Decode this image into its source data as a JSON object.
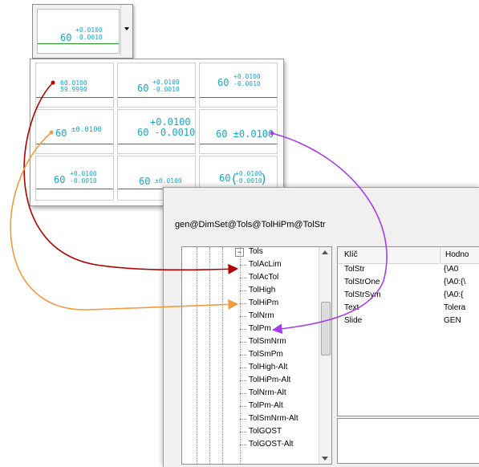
{
  "dropdown": {
    "base": "60",
    "upper": "+0.0100",
    "lower": "-0.0010"
  },
  "grid": {
    "r1c1": {
      "upper": "60.0100",
      "lower": "59.9990"
    },
    "r1c2": {
      "base": "60",
      "upper": "+0.0100",
      "lower": "-0.0010"
    },
    "r1c3": {
      "base": "60",
      "upper": "+0.0100",
      "lower": "-0.0010"
    },
    "r2c1": {
      "base": "60",
      "tol": "±0.0100"
    },
    "r2c2": {
      "upper": "+0.0100",
      "base_lower": "60 -0.0010"
    },
    "r2c3": {
      "text": "60 ±0.0100"
    },
    "r3c1": {
      "base": "60",
      "upper": "+0.0100",
      "lower": "-0.0010"
    },
    "r3c2": {
      "base": "60",
      "tol": "±0.0100"
    },
    "r3c3": {
      "base": "60",
      "upper": "+0.0100",
      "lower": "-0.0010"
    }
  },
  "window": {
    "path": "gen@DimSet@Tols@TolHiPm@TolStr",
    "tree": {
      "root": "Tols",
      "items": [
        "TolAcLim",
        "TolAcTol",
        "TolHigh",
        "TolHiPm",
        "TolNrm",
        "TolPm",
        "TolSmNrm",
        "TolSmPm",
        "TolHigh-Alt",
        "TolHiPm-Alt",
        "TolNrm-Alt",
        "TolPm-Alt",
        "TolSmNrm-Alt",
        "TolGOST",
        "TolGOST-Alt"
      ]
    },
    "list": {
      "col_key": "Klíč",
      "col_value": "Hodno",
      "rows": [
        {
          "key": "TolStr",
          "value": "{\\A0"
        },
        {
          "key": "TolStrOne",
          "value": "{\\A0:{\\"
        },
        {
          "key": "TolStrSym",
          "value": "{\\A0:{"
        },
        {
          "key": "Text",
          "value": "Tolera"
        },
        {
          "key": "Slide",
          "value": "GEN"
        }
      ]
    }
  },
  "colors": {
    "red": "#b30000",
    "orange": "#f39a3c",
    "purple": "#a63cf0",
    "cyan": "#17a7c6",
    "green": "#1d9a1d"
  }
}
